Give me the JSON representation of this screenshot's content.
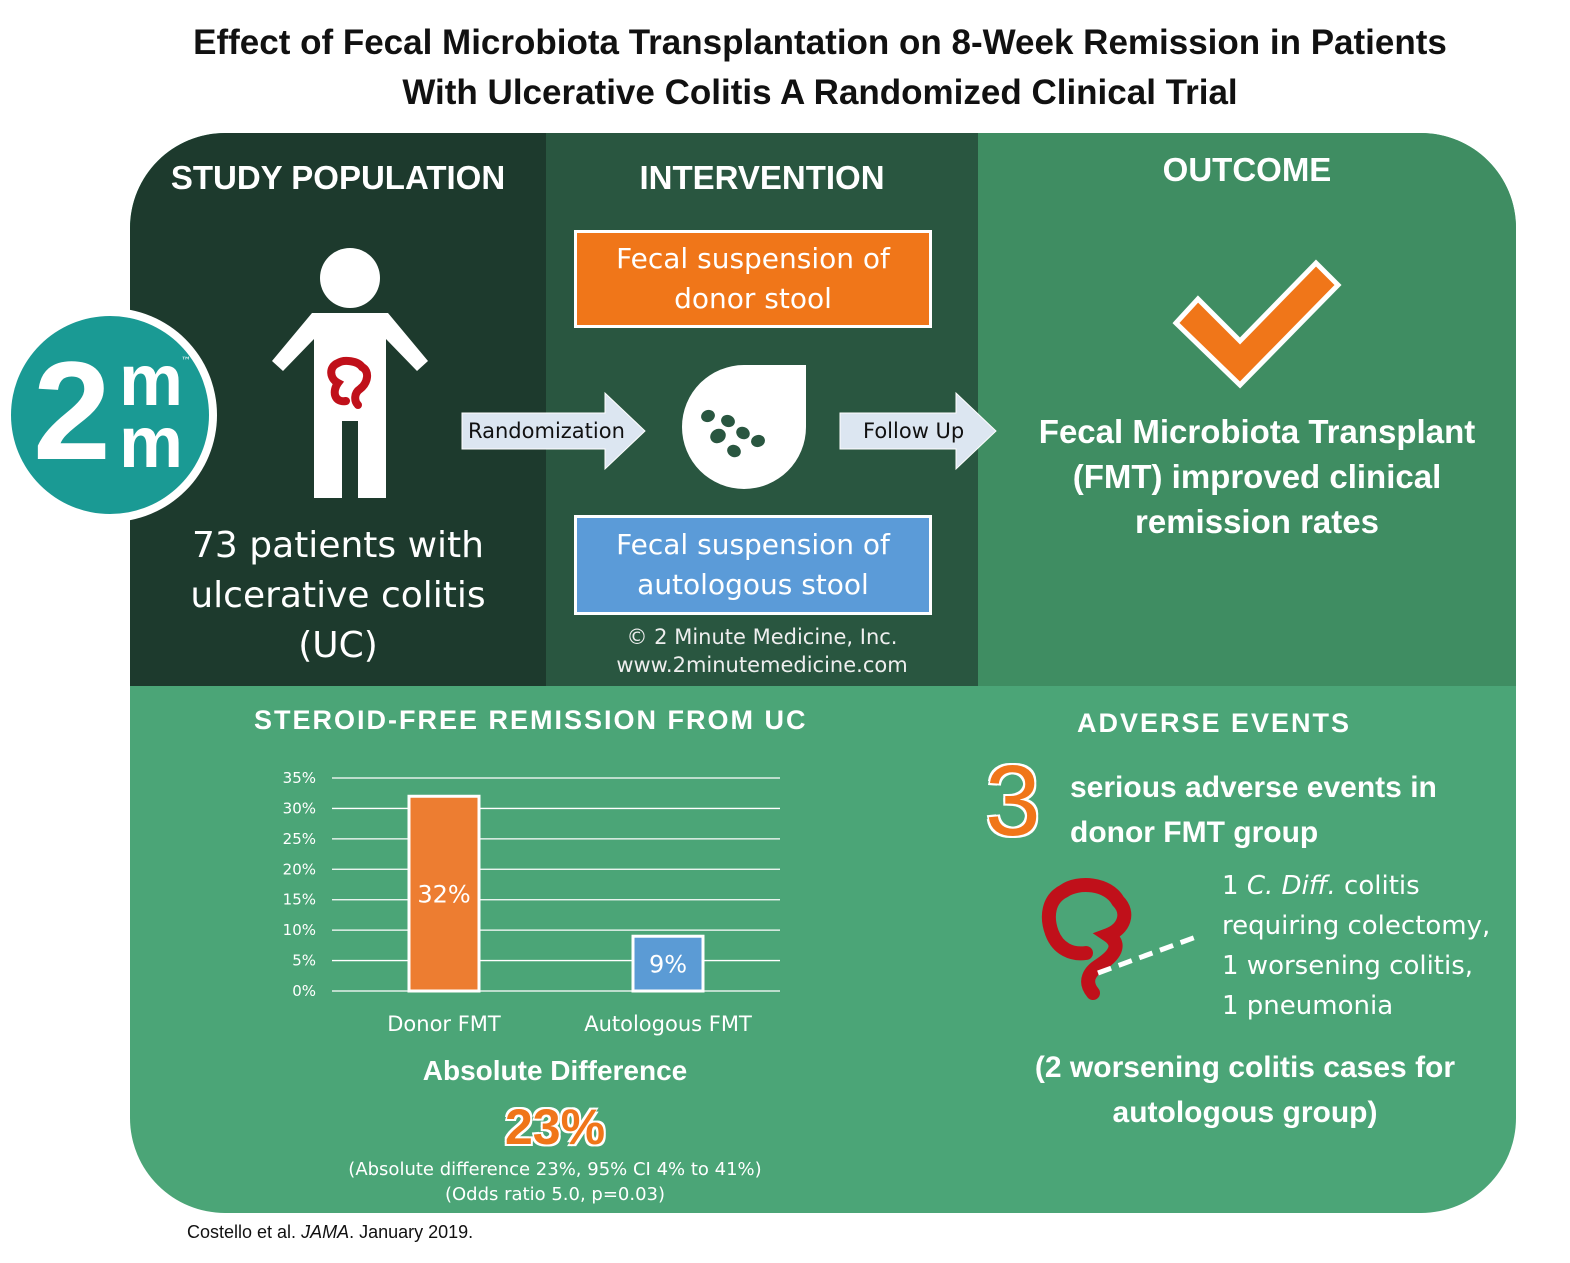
{
  "title": {
    "line1": "Effect of Fecal Microbiota Transplantation on 8-Week Remission in Patients",
    "line2": "With Ulcerative Colitis A Randomized Clinical Trial"
  },
  "logo": {
    "text_big": "2",
    "text_top": "m",
    "text_bottom": "m",
    "tm": "™"
  },
  "population": {
    "heading": "STUDY POPULATION",
    "description": "73 patients with ulcerative colitis (UC)",
    "line1": "73 patients with",
    "line2": "ulcerative colitis",
    "line3": "(UC)"
  },
  "intervention": {
    "heading": "INTERVENTION",
    "donor_box_line1": "Fecal suspension of",
    "donor_box_line2": "donor stool",
    "auto_box_line1": "Fecal suspension of",
    "auto_box_line2": "autologous stool",
    "randomization_label": "Randomization",
    "followup_label": "Follow Up",
    "copyright_line1": "© 2 Minute Medicine, Inc.",
    "copyright_line2": "www.2minutemedicine.com"
  },
  "outcome": {
    "heading": "OUTCOME",
    "line1": "Fecal Microbiota Transplant",
    "line2": "(FMT) improved clinical",
    "line3": "remission rates"
  },
  "remission": {
    "heading": "STEROID-FREE REMISSION FROM UC",
    "absolute_difference_label": "Absolute Difference",
    "absolute_difference_value": "23%",
    "note1": "(Absolute difference 23%, 95% CI 4% to 41%)",
    "note2": "(Odds ratio 5.0, p=0.03)"
  },
  "chart_data": {
    "type": "bar",
    "categories": [
      "Donor FMT",
      "Autologous FMT"
    ],
    "values": [
      32,
      9
    ],
    "data_labels": [
      "32%",
      "9%"
    ],
    "bar_colors": [
      "#ed7d31",
      "#5b9bd5"
    ],
    "ylim": [
      0,
      35
    ],
    "yticks": [
      "0%",
      "5%",
      "10%",
      "15%",
      "20%",
      "25%",
      "30%",
      "35%"
    ],
    "ytick_values": [
      0,
      5,
      10,
      15,
      20,
      25,
      30,
      35
    ],
    "grid": true
  },
  "adverse": {
    "heading": "ADVERSE EVENTS",
    "count": "3",
    "main_line1": "serious adverse events in",
    "main_line2": "donor FMT group",
    "list": {
      "item1_num": "1 ",
      "item1_italic": "C. Diff.",
      "item1_rest": " colitis",
      "item1_line2": "requiring colectomy,",
      "item2": "1 worsening colitis,",
      "item3": "1 pneumonia"
    },
    "note_line1": "(2 worsening colitis cases for",
    "note_line2": "autologous group)"
  },
  "citation": {
    "authors": "Costello et al. ",
    "journal": "JAMA",
    "date": ". January 2019."
  },
  "colors": {
    "dark_green": "#1d3a2d",
    "mid_green": "#295640",
    "outcome_green": "#3f8d62",
    "light_green": "#4ba577",
    "orange": "#f07619",
    "blue": "#5b9bd8",
    "colon_red": "#c0101a",
    "logo_teal": "#1a9a94"
  }
}
